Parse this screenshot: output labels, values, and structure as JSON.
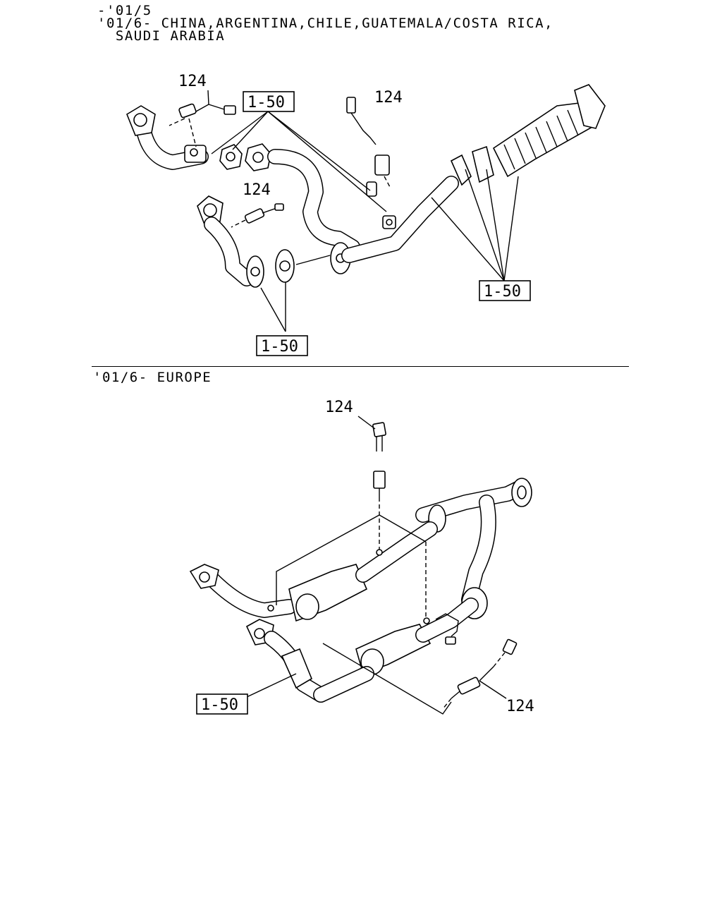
{
  "header": {
    "line1": "-'01/5",
    "line2": "'01/6- CHINA,ARGENTINA,CHILE,GUATEMALA/COSTA RICA,",
    "line3": "  SAUDI ARABIA",
    "section2": "'01/6- EUROPE"
  },
  "top_diagram": {
    "part_label_a": "124",
    "part_label_b": "124",
    "part_label_c": "124",
    "ref_box_a": "1-50",
    "ref_box_b": "1-50",
    "ref_box_c": "1-50"
  },
  "bottom_diagram": {
    "part_label_a": "124",
    "part_label_b": "124",
    "ref_box": "1-50"
  }
}
